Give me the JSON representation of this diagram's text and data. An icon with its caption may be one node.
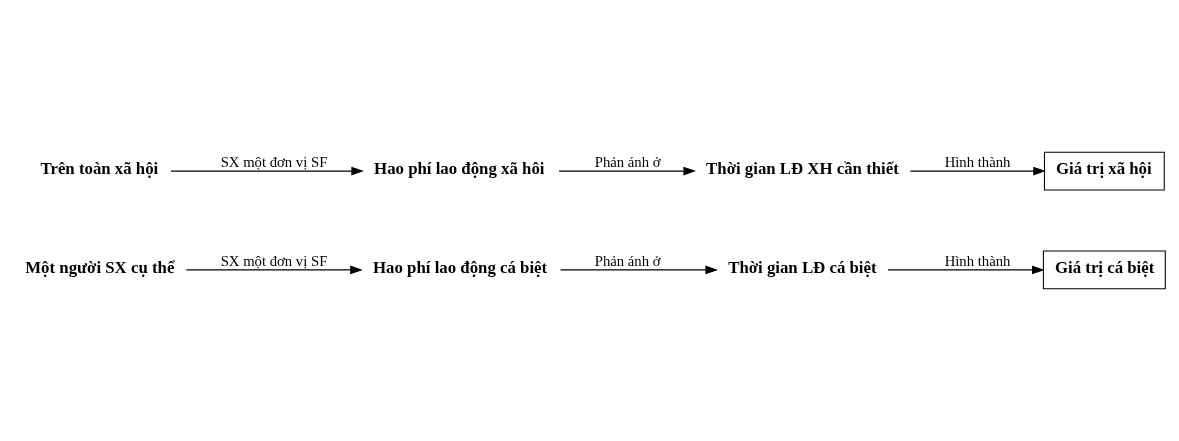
{
  "diagram": {
    "nodes": [
      {
        "text": [
          "Một người SX cụ thể"
        ]
      },
      {
        "text": [
          "Hao phí lao động cá biệt"
        ]
      },
      {
        "text": [
          "Thời gian LĐ cá biệt"
        ]
      },
      {
        "text": [
          "Giá trị cá biệt"
        ]
      },
      {
        "text": [
          "Trên toàn xã hội"
        ]
      },
      {
        "text": [
          "Hao phí lao động xã hôi"
        ]
      },
      {
        "text": [
          "Thời gian LĐ XH cần thiết"
        ]
      },
      {
        "text": [
          "Giá trị xã hội"
        ]
      }
    ],
    "edges": [
      {
        "from": 0,
        "to": 1,
        "arrow": "to",
        "label": "SX một đơn vị SF"
      },
      {
        "from": 1,
        "to": 2,
        "arrow": "to",
        "label": "Phản ánh ở"
      },
      {
        "from": 2,
        "to": 3,
        "arrow": "to",
        "label": "Hình thành"
      },
      {
        "from": 4,
        "to": 5,
        "arrow": "to",
        "label": "SX một đơn vị SF"
      },
      {
        "from": 5,
        "to": 6,
        "arrow": "to",
        "label": "Phản ánh ở"
      },
      {
        "from": 6,
        "to": 7,
        "arrow": "to",
        "label": "Hình thành"
      }
    ]
  }
}
